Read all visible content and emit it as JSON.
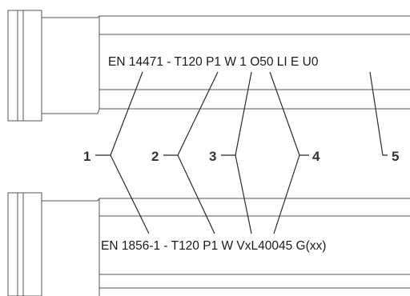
{
  "pipes": [
    {
      "id": "top",
      "marking": "EN 14471 - T120 P1 W 1 O50 LI E U0"
    },
    {
      "id": "bottom",
      "marking": "EN 1856-1 - T120 P1 W VxL40045 G(xx)"
    }
  ],
  "callout_numbers": [
    "1",
    "2",
    "3",
    "4",
    "5"
  ]
}
